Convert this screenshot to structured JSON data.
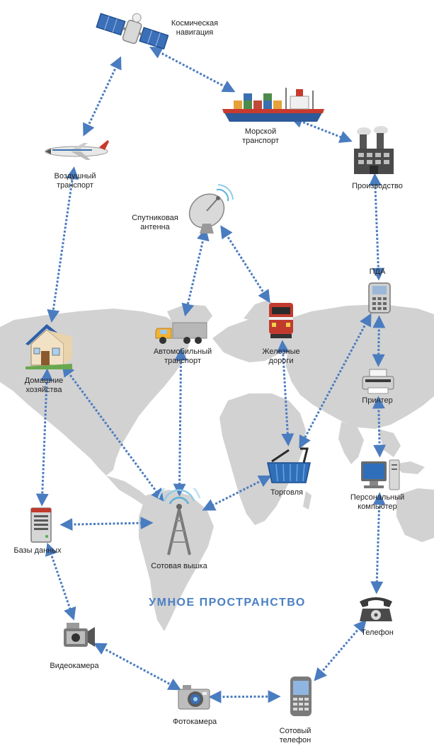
{
  "title": "УМНОЕ ПРОСТРАНСТВО",
  "colors": {
    "arrow": "#4a7cc0",
    "map": "#cfcfcf",
    "label": "#222222"
  },
  "nodes": [
    {
      "id": "satellite",
      "label": "Космическая\nнавигация",
      "icon": "satellite-icon"
    },
    {
      "id": "ship",
      "label": "Морской\nтранспорт",
      "icon": "ship-icon"
    },
    {
      "id": "airplane",
      "label": "Воздушный\nтранспорт",
      "icon": "airplane-icon"
    },
    {
      "id": "factory",
      "label": "Производство",
      "icon": "factory-icon"
    },
    {
      "id": "dish",
      "label": "Спутниковая\nантенна",
      "icon": "satellite-dish-icon"
    },
    {
      "id": "pda",
      "label": "ПДА",
      "icon": "pda-icon"
    },
    {
      "id": "house",
      "label": "Домашние\nхозяйства",
      "icon": "house-icon"
    },
    {
      "id": "truck",
      "label": "Автомобильный\nтранспорт",
      "icon": "truck-icon"
    },
    {
      "id": "train",
      "label": "Железные\nдороги",
      "icon": "train-icon"
    },
    {
      "id": "printer",
      "label": "Принтер",
      "icon": "printer-icon"
    },
    {
      "id": "basket",
      "label": "Торговля",
      "icon": "shopping-basket-icon"
    },
    {
      "id": "pc",
      "label": "Персональный\nкомпьютер",
      "icon": "computer-icon"
    },
    {
      "id": "server",
      "label": "Базы данных",
      "icon": "server-icon"
    },
    {
      "id": "tower",
      "label": "Сотовая вышка",
      "icon": "cell-tower-icon"
    },
    {
      "id": "phone",
      "label": "Телефон",
      "icon": "telephone-icon"
    },
    {
      "id": "camcorder",
      "label": "Видеокамера",
      "icon": "camcorder-icon"
    },
    {
      "id": "camera",
      "label": "Фотокамера",
      "icon": "camera-icon"
    },
    {
      "id": "mobile",
      "label": "Сотовый\nтелефон",
      "icon": "mobile-phone-icon"
    }
  ],
  "edges": [
    [
      "satellite",
      "ship"
    ],
    [
      "satellite",
      "airplane"
    ],
    [
      "ship",
      "factory"
    ],
    [
      "factory",
      "pda"
    ],
    [
      "airplane",
      "house"
    ],
    [
      "dish",
      "truck"
    ],
    [
      "dish",
      "train"
    ],
    [
      "pda",
      "printer"
    ],
    [
      "pda",
      "basket"
    ],
    [
      "train",
      "basket"
    ],
    [
      "printer",
      "pc"
    ],
    [
      "house",
      "server"
    ],
    [
      "house",
      "tower"
    ],
    [
      "truck",
      "tower"
    ],
    [
      "basket",
      "tower"
    ],
    [
      "server",
      "tower"
    ],
    [
      "server",
      "camcorder"
    ],
    [
      "pc",
      "phone"
    ],
    [
      "phone",
      "mobile"
    ],
    [
      "camcorder",
      "camera"
    ],
    [
      "camera",
      "mobile"
    ]
  ]
}
